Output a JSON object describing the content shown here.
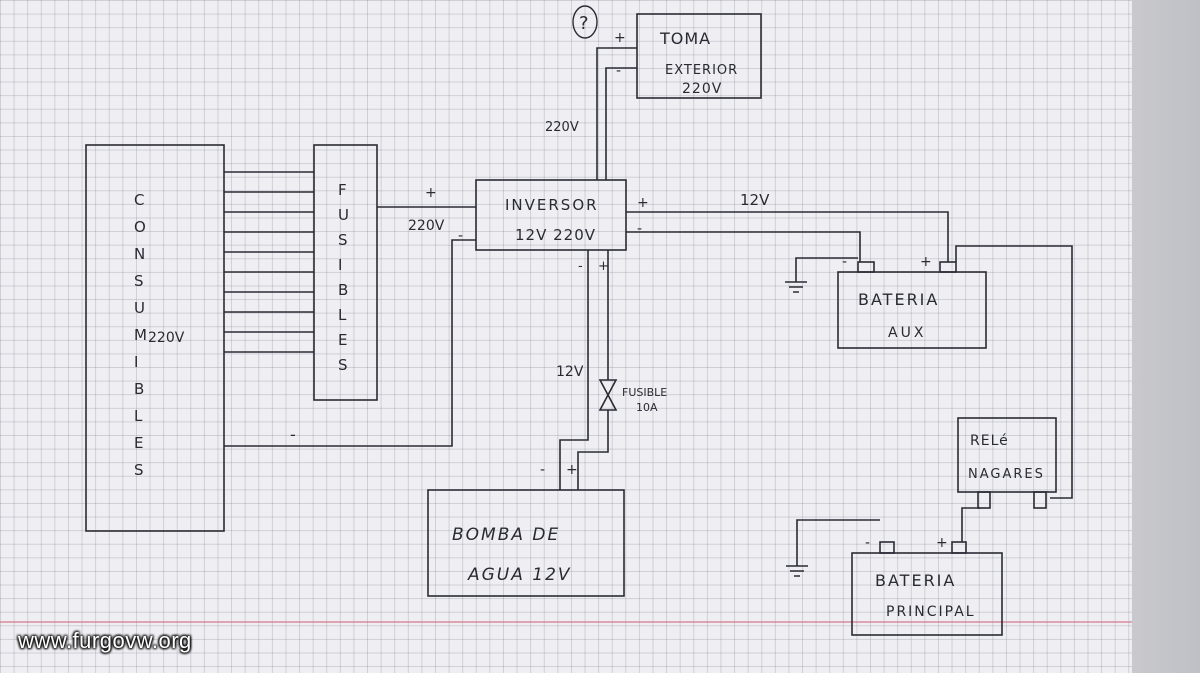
{
  "nodes": {
    "toma_exterior": {
      "lines": [
        "TOMA",
        "EXTERIOR",
        "220V"
      ]
    },
    "inversor": {
      "lines": [
        "INVERSOR",
        "12V 220V"
      ]
    },
    "consumibles": {
      "letters": [
        "C",
        "O",
        "N",
        "S",
        "U",
        "M",
        "I",
        "B",
        "L",
        "E",
        "S"
      ],
      "voltage": "220V"
    },
    "fusibles": {
      "letters": [
        "F",
        "U",
        "S",
        "I",
        "B",
        "L",
        "E",
        "S"
      ]
    },
    "bateria_aux": {
      "lines": [
        "BATERIA",
        "AUX"
      ]
    },
    "rele": {
      "lines": [
        "RELé",
        "NAGARES"
      ]
    },
    "bateria_principal": {
      "lines": [
        "BATERIA",
        "PRINCIPAL"
      ]
    },
    "bomba": {
      "lines": [
        "BOMBA DE",
        "AGUA 12V"
      ]
    },
    "fusible_10a": {
      "lines": [
        "FUSIBLE",
        "10A"
      ]
    }
  },
  "labels": {
    "question": "?",
    "v220_top": "220V",
    "v220_left": "220V",
    "v12_right": "12V",
    "v12_pump": "12V",
    "plus": "+",
    "minus": "-",
    "plus_minus_aux": "+",
    "plus_principal": "+",
    "minus_cons": "-"
  },
  "watermark": "www.furgovw.org"
}
